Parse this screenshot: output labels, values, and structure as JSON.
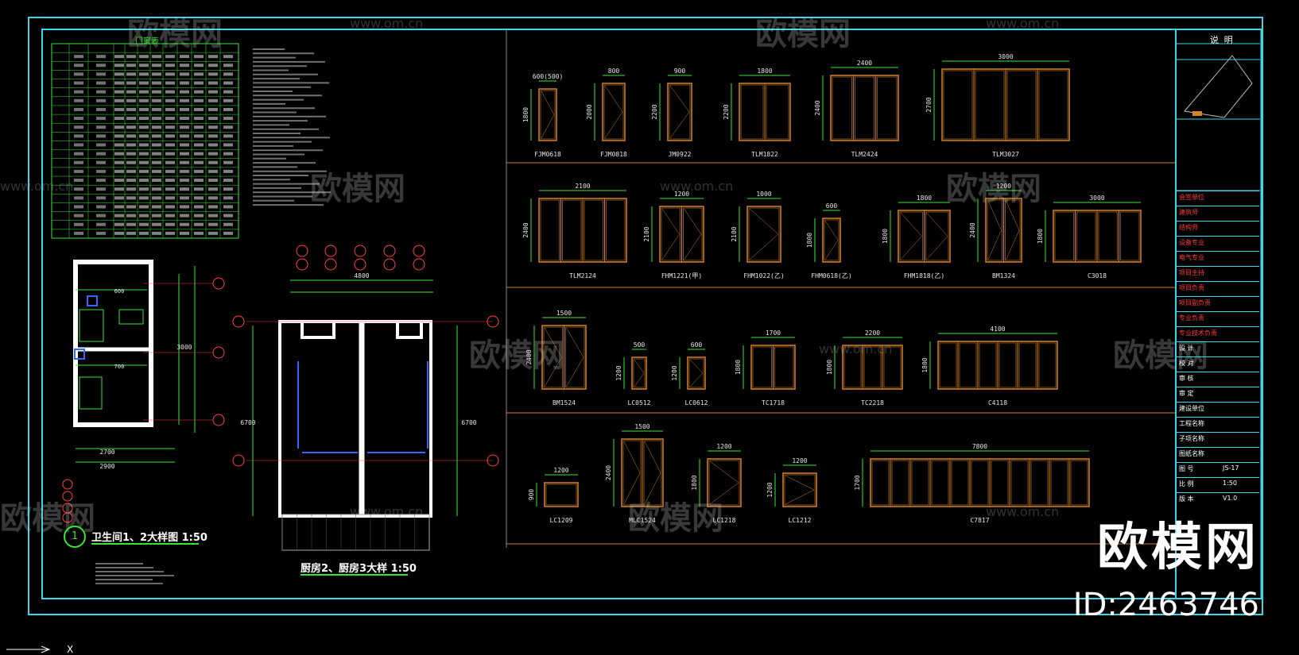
{
  "watermark": {
    "site": "欧模网",
    "url": "www.om.cn"
  },
  "brand": {
    "name": "欧模网",
    "id": "ID:2463746"
  },
  "title_block": {
    "header": "说 明",
    "rows": [
      "会签单位",
      "建筑师",
      "结构师",
      "设备专业",
      "电气专业",
      "项目主持",
      "项目负责",
      "项目副负责",
      "专业负责",
      "专业技术负责",
      "设 计",
      "校 对",
      "审 核",
      "审 定",
      "建设单位",
      "工程名称",
      "子项名称",
      "图纸名称",
      "图 号",
      "比 例",
      "版 本"
    ],
    "scale": "1:50",
    "version": "V1.0",
    "drawing_no": "JS-17"
  },
  "door_table": {
    "title": "门窗表"
  },
  "details": [
    {
      "num": "1",
      "title": "卫生间1、2大样图 1:50"
    },
    {
      "num": "",
      "title": "厨房2、厨房3大样 1:50"
    }
  ],
  "door_row1": [
    {
      "label": "FJM0618",
      "w": "600(500)",
      "h": "1800"
    },
    {
      "label": "FJM0818",
      "w": "800",
      "h": "2000"
    },
    {
      "label": "JM0922",
      "w": "900",
      "h": "2200"
    },
    {
      "label": "TLM1822",
      "w": "1800",
      "h": "2200"
    },
    {
      "label": "TLM2424",
      "w": "2400",
      "h": "2400"
    },
    {
      "label": "TLM3027",
      "w": "3000",
      "h": "2700"
    }
  ],
  "door_row2": [
    {
      "label": "TLM2124",
      "w": "2100",
      "h": "2400"
    },
    {
      "label": "FHM1221(甲)",
      "w": "1200",
      "h": "2100"
    },
    {
      "label": "FHM1022(乙)",
      "w": "1000",
      "h": "2100"
    },
    {
      "label": "FHM0618(乙)",
      "w": "600",
      "h": "1800"
    },
    {
      "label": "FHM1818(乙)",
      "w": "1800",
      "h": "1800"
    },
    {
      "label": "BM1324",
      "w": "1200",
      "h": "2400"
    },
    {
      "label": "C3018",
      "w": "3000",
      "h": "1800"
    }
  ],
  "door_row3": [
    {
      "label": "BM1524",
      "w": "1500",
      "h": "2400"
    },
    {
      "label": "LC0512",
      "w": "500",
      "h": "1200"
    },
    {
      "label": "LC0612",
      "w": "600",
      "h": "1200"
    },
    {
      "label": "TC1718",
      "w": "1700",
      "h": "1800"
    },
    {
      "label": "TC2218",
      "w": "2200",
      "h": "1800"
    },
    {
      "label": "C4118",
      "w": "4100",
      "h": "1800"
    }
  ],
  "door_row4": [
    {
      "label": "LC1209",
      "w": "1200",
      "h": "900"
    },
    {
      "label": "MLC1524",
      "w": "1500",
      "h": "2400"
    },
    {
      "label": "LC1218",
      "w": "1200",
      "h": "1800"
    },
    {
      "label": "LC1212",
      "w": "1200",
      "h": "1200"
    },
    {
      "label": "C7817",
      "w": "7800",
      "h": "1700"
    }
  ],
  "colors": {
    "frame": "#3bd6e8",
    "door": "#d4822a",
    "dim": "#36e636",
    "text": "#e6e6e6",
    "wall": "#ffffff",
    "axis": "#ff4040",
    "blue": "#3366ff"
  }
}
